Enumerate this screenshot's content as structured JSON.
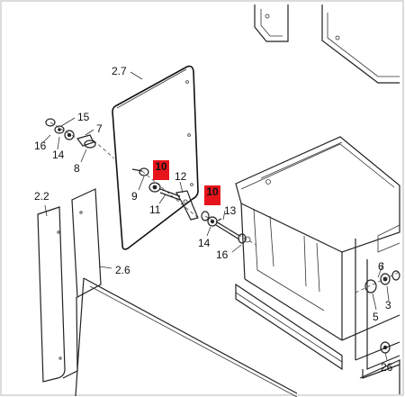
{
  "callouts": [
    {
      "id": "c-2-7",
      "text": "2.7"
    },
    {
      "id": "c-15",
      "text": "15"
    },
    {
      "id": "c-7",
      "text": "7"
    },
    {
      "id": "c-16a",
      "text": "16"
    },
    {
      "id": "c-14a",
      "text": "14"
    },
    {
      "id": "c-8",
      "text": "8"
    },
    {
      "id": "c-12",
      "text": "12"
    },
    {
      "id": "c-9",
      "text": "9"
    },
    {
      "id": "c-11",
      "text": "11"
    },
    {
      "id": "c-13",
      "text": "13"
    },
    {
      "id": "c-14b",
      "text": "14"
    },
    {
      "id": "c-16b",
      "text": "16"
    },
    {
      "id": "c-2-2",
      "text": "2.2"
    },
    {
      "id": "c-2-6",
      "text": "2.6"
    },
    {
      "id": "c-6",
      "text": "6"
    },
    {
      "id": "c-5",
      "text": "5"
    },
    {
      "id": "c-3",
      "text": "3"
    },
    {
      "id": "c-26",
      "text": "26"
    }
  ],
  "highlights": [
    {
      "id": "h1",
      "text": "10"
    },
    {
      "id": "h2",
      "text": "10"
    }
  ],
  "colors": {
    "highlight": "#e8141c",
    "line": "#222222",
    "frame": "#cfcfcf"
  }
}
